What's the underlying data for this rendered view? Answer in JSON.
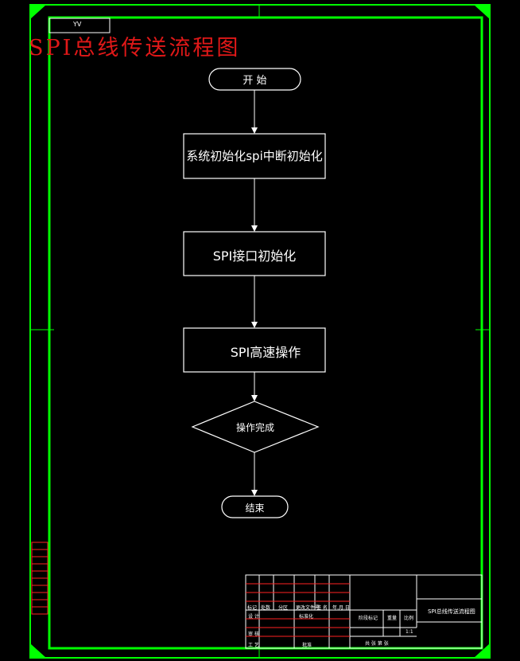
{
  "title": "SPI总线传送流程图",
  "corner_tag": "YV",
  "flowchart": {
    "start": "开 始",
    "step1": "系统初始化spi中断初始化",
    "step2": "SPI接口初始化",
    "step3": "SPI高速操作",
    "decision": "操作完成",
    "end": "结束"
  },
  "title_block": {
    "drawing_name": "SPI总线传送流程图",
    "row_labels": [
      "标记",
      "处数",
      "分区",
      "更改文件号",
      "签 名",
      "年.月.日"
    ],
    "design_label": "设 计",
    "standard_label": "标准化",
    "review_label": "审 核",
    "process_label": "工 艺",
    "approve_label": "批准",
    "stage_label": "阶段标记",
    "weight_label": "重量",
    "scale_label": "比例",
    "scale_value": "1:1",
    "sheet_label": "共  张  第  张"
  },
  "colors": {
    "border": "#00ff00",
    "title": "#e01818",
    "lines": "#ffffff",
    "table_red": "#ff2222"
  }
}
